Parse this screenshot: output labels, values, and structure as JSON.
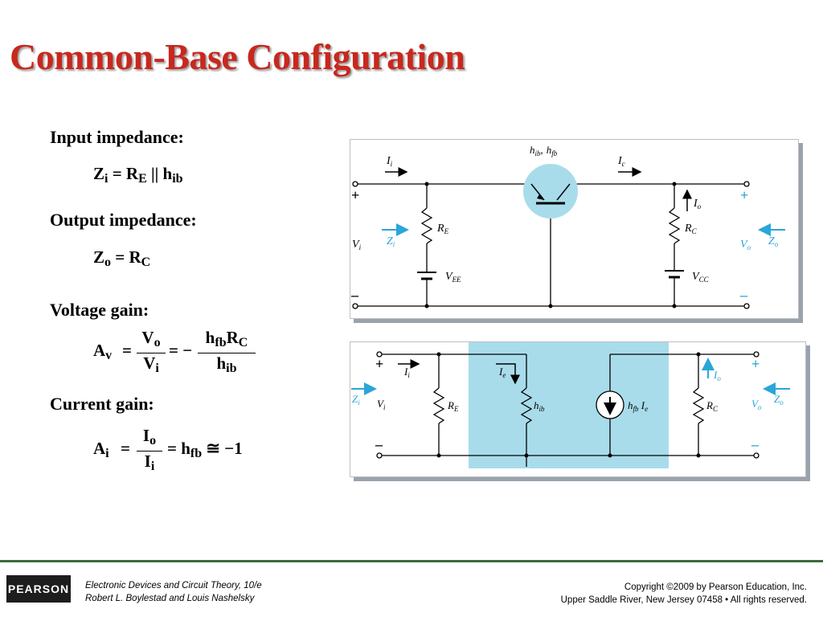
{
  "slide": {
    "title": "Common-Base Configuration",
    "sections": {
      "input_label": "Input impedance:",
      "output_label": "Output impedance:",
      "voltage_label": "Voltage gain:",
      "current_label": "Current gain:"
    },
    "equations": {
      "zi_lhs": "Z",
      "zi_lhs_sub": "i",
      "zi_rhs1": "= R",
      "zi_rhs1_sub": "E",
      "zi_rhs2": "|| h",
      "zi_rhs2_sub": "ib",
      "zo_lhs": "Z",
      "zo_lhs_sub": "o",
      "zo_rhs": "= R",
      "zo_rhs_sub": "C",
      "av_lhs": "A",
      "av_lhs_sub": "v",
      "av_eq1": "=",
      "av_num1": "V",
      "av_num1_sub": "o",
      "av_den1": "V",
      "av_den1_sub": "i",
      "av_eq2": "= −",
      "av_num2": "h",
      "av_num2_sub": "fb",
      "av_num2b": "R",
      "av_num2b_sub": "C",
      "av_den2": "h",
      "av_den2_sub": "ib",
      "ai_lhs": "A",
      "ai_lhs_sub": "i",
      "ai_eq1": "=",
      "ai_num": "I",
      "ai_num_sub": "o",
      "ai_den": "I",
      "ai_den_sub": "i",
      "ai_rhs": "= h",
      "ai_rhs_sub": "fb",
      "ai_tail": "≅ −1"
    },
    "circuit_top": {
      "Ii": "I",
      "Ii_sub": "i",
      "hib_hfb": "h",
      "hib_sub": "ib",
      "comma": ",",
      "hfb_h": "h",
      "hfb_sub": "fb",
      "Ic": "I",
      "Ic_sub": "c",
      "plus": "+",
      "minus": "–",
      "Vi": "V",
      "Vi_sub": "i",
      "Zi": "Z",
      "Zi_sub": "i",
      "RE": "R",
      "RE_sub": "E",
      "VEE": "V",
      "VEE_sub": "EE",
      "Io": "I",
      "Io_sub": "o",
      "RC": "R",
      "RC_sub": "C",
      "VCC": "V",
      "VCC_sub": "CC",
      "Vo": "V",
      "Vo_sub": "o",
      "Zo": "Z",
      "Zo_sub": "o"
    },
    "circuit_bottom": {
      "plus": "+",
      "minus": "–",
      "Ii": "I",
      "Ii_sub": "i",
      "Ie": "I",
      "Ie_sub": "e",
      "hib": "h",
      "hib_sub": "ib",
      "hfbIe": "h",
      "hfbIe_sub": "fb",
      "hfbIe_I": " I",
      "hfbIe_Isub": "e",
      "Zi": "Z",
      "Zi_sub": "i",
      "Vi": "V",
      "Vi_sub": "i",
      "RE": "R",
      "RE_sub": "E",
      "Io": "I",
      "Io_sub": "o",
      "RC": "R",
      "RC_sub": "C",
      "Vo": "V",
      "Vo_sub": "o",
      "Zo": "Z",
      "Zo_sub": "o"
    },
    "colors": {
      "title": "#c8281e",
      "highlight": "#a8dcea",
      "arrow_blue": "#2aa6d8"
    }
  },
  "footer": {
    "logo": "PEARSON",
    "book_line1": "Electronic Devices and Circuit Theory, 10/e",
    "book_line2": "Robert L. Boylestad and Louis Nashelsky",
    "copyright_line1": "Copyright ©2009 by Pearson Education, Inc.",
    "copyright_line2": "Upper Saddle River, New Jersey 07458 • All rights reserved."
  }
}
